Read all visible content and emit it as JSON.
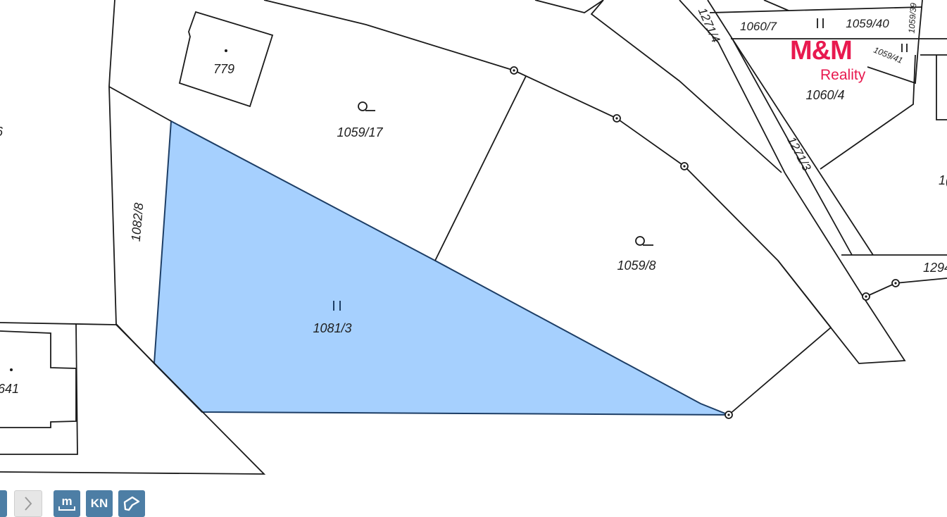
{
  "map": {
    "parcels": [
      {
        "id": "p1081_3",
        "label": "1081/3",
        "symbol": "II",
        "highlighted": true
      },
      {
        "id": "p1059_17",
        "label": "1059/17"
      },
      {
        "id": "p1059_8",
        "label": "1059/8"
      },
      {
        "id": "p1082_8",
        "label": "1082/8"
      },
      {
        "id": "p779",
        "label": "779"
      },
      {
        "id": "p641",
        "label": "641"
      },
      {
        "id": "p1271_4",
        "label": "1271/4"
      },
      {
        "id": "p1271_3",
        "label": "1271/3"
      },
      {
        "id": "p1060_7",
        "label": "1060/7"
      },
      {
        "id": "p1059_40",
        "label": "1059/40"
      },
      {
        "id": "p1059_39",
        "label": "1059/39"
      },
      {
        "id": "p1059_41",
        "label": "1059/41"
      },
      {
        "id": "p1060_4",
        "label": "1060/4"
      },
      {
        "id": "p1294",
        "label": "1294"
      },
      {
        "id": "p_edge_right",
        "label": "1("
      },
      {
        "id": "p_edge_left",
        "label": "6"
      }
    ],
    "symbols": {
      "arable": "II",
      "garden": "⚲"
    },
    "colors": {
      "highlight_fill": "#a6d0fe",
      "highlight_stroke": "#1d3e66",
      "line": "#1a1a1a"
    }
  },
  "brand": {
    "mark": "M&M",
    "sub": "Reality",
    "color": "#e8194f"
  },
  "toolbar": {
    "buttons": [
      {
        "name": "prev",
        "icon": "chevron-left-icon"
      },
      {
        "name": "next",
        "icon": "chevron-right-icon"
      },
      {
        "name": "measure",
        "icon": "ruler-m-icon",
        "label": "m"
      },
      {
        "name": "cadastre",
        "icon": "kn-icon",
        "label": "KN"
      },
      {
        "name": "polygon",
        "icon": "polygon-icon"
      }
    ]
  }
}
